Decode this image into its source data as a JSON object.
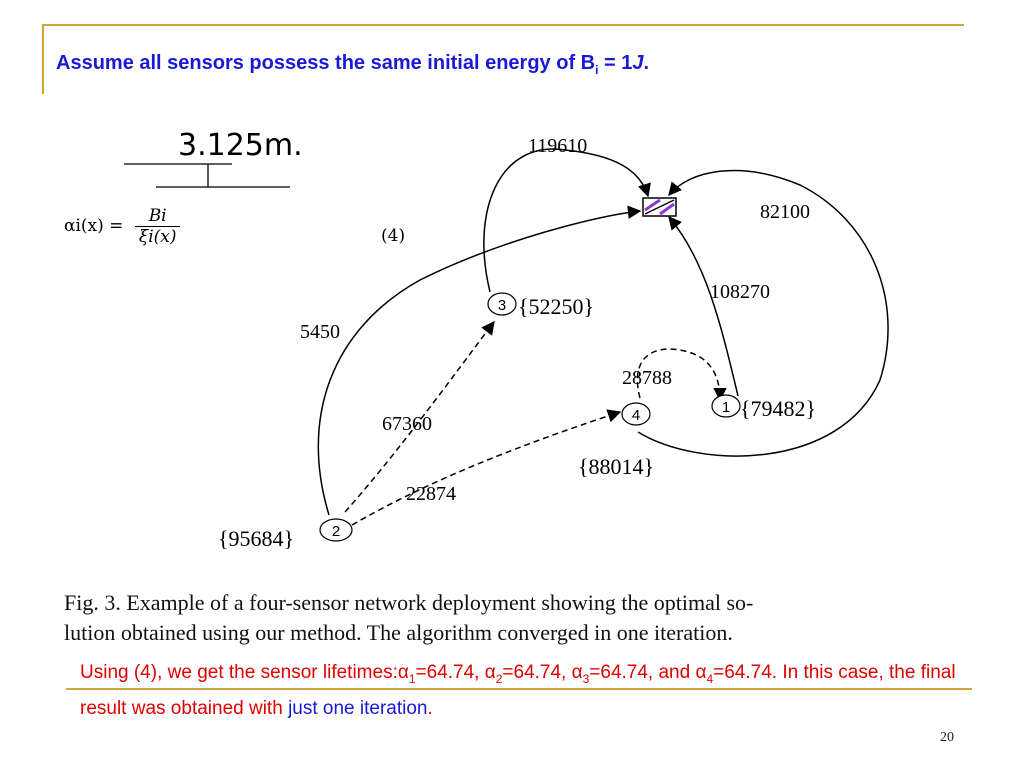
{
  "title": {
    "prefix": "Assume all sensors possess the same initial energy of B",
    "sub": "i",
    "mid": " = 1",
    "unit": "J",
    "end": "."
  },
  "figure": {
    "scale_label": "3.125m.",
    "equation": {
      "lhs": "αi(x) =",
      "numerator": "Bi",
      "denominator": "ξi(x)",
      "number": "(4)"
    },
    "nodes": [
      {
        "id": "3",
        "energy": "{52250}"
      },
      {
        "id": "1",
        "energy": "{79482}"
      },
      {
        "id": "4",
        "energy": "{88014}"
      },
      {
        "id": "2",
        "energy": "{95684}"
      }
    ],
    "edge_labels": [
      "119610",
      "82100",
      "108270",
      "5450",
      "28788",
      "67360",
      "22874"
    ],
    "caption_line1": "Fig. 3.   Example of a four-sensor network deployment showing the optimal so-",
    "caption_line2": "lution obtained using our method. The algorithm converged in one iteration."
  },
  "note": {
    "part1": "Using (4), we get the sensor lifetimes:α",
    "s1": "1",
    "part2": "=64.74, α",
    "s2": "2",
    "part3": "=64.74, α",
    "s3": "3",
    "part4": "=64.74, and α",
    "s4": "4",
    "part5": "=64.74. In this case, the final result was obtained with ",
    "highlight": "just one iteration",
    "end": "."
  },
  "page_number": "20",
  "colors": {
    "title": "#1a1ad6",
    "note": "#e00000",
    "rule": "#d2a53a",
    "sink_fill": "#b58ad6"
  }
}
